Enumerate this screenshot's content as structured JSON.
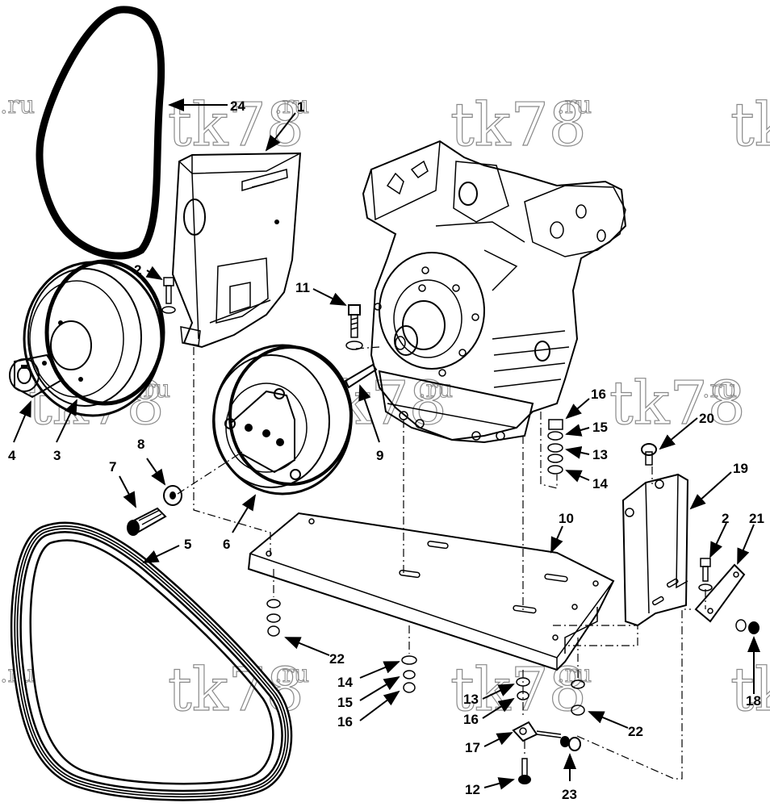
{
  "watermark": {
    "main": "tk78",
    "suffix": ".ru"
  },
  "callouts": [
    {
      "id": "c24",
      "text": "24"
    },
    {
      "id": "c1",
      "text": "1"
    },
    {
      "id": "c2a",
      "text": "2"
    },
    {
      "id": "c11",
      "text": "11"
    },
    {
      "id": "c4",
      "text": "4"
    },
    {
      "id": "c3",
      "text": "3"
    },
    {
      "id": "c8",
      "text": "8"
    },
    {
      "id": "c7",
      "text": "7"
    },
    {
      "id": "c9",
      "text": "9"
    },
    {
      "id": "c6",
      "text": "6"
    },
    {
      "id": "c5",
      "text": "5"
    },
    {
      "id": "c10",
      "text": "10"
    },
    {
      "id": "c16a",
      "text": "16"
    },
    {
      "id": "c15a",
      "text": "15"
    },
    {
      "id": "c13a",
      "text": "13"
    },
    {
      "id": "c14a",
      "text": "14"
    },
    {
      "id": "c20",
      "text": "20"
    },
    {
      "id": "c19",
      "text": "19"
    },
    {
      "id": "c2b",
      "text": "2"
    },
    {
      "id": "c21",
      "text": "21"
    },
    {
      "id": "c22a",
      "text": "22"
    },
    {
      "id": "c14b",
      "text": "14"
    },
    {
      "id": "c15b",
      "text": "15"
    },
    {
      "id": "c16b",
      "text": "16"
    },
    {
      "id": "c13b",
      "text": "13"
    },
    {
      "id": "c16c",
      "text": "16"
    },
    {
      "id": "c17",
      "text": "17"
    },
    {
      "id": "c22b",
      "text": "22"
    },
    {
      "id": "c12",
      "text": "12"
    },
    {
      "id": "c23",
      "text": "23"
    },
    {
      "id": "c18",
      "text": "18"
    }
  ]
}
